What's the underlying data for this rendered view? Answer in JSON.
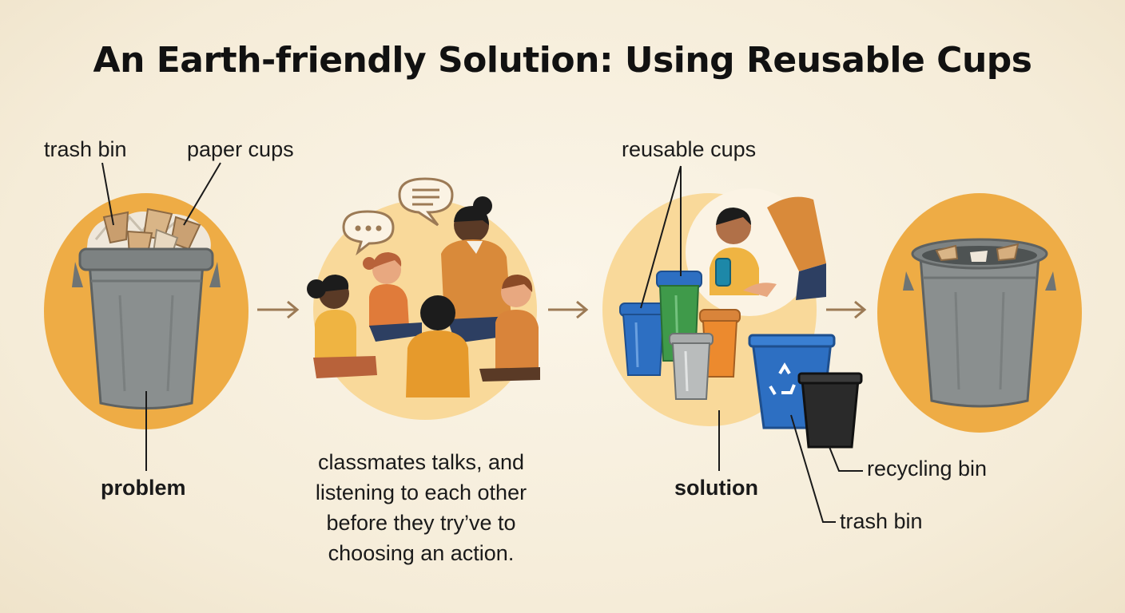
{
  "title": "An Earth-friendly Solution: Using Reusable Cups",
  "labels": {
    "trash_bin_1": "trash bin",
    "paper_cups": "paper cups",
    "problem": "problem",
    "caption": "classmates talks, and listening to each other before they try’ve to choosing an action.",
    "reusable_cups": "reusable cups",
    "solution": "solution",
    "recycling_bin": "recycling bin",
    "trash_bin_2": "trash bin"
  },
  "colors": {
    "background": "#f5ecd8",
    "circle_orange": "#eeac45",
    "circle_light": "#f9d99a",
    "bin_gray": "#8a8f8f",
    "recycle_blue": "#2d6fc2",
    "arrow": "#9c7a55"
  }
}
